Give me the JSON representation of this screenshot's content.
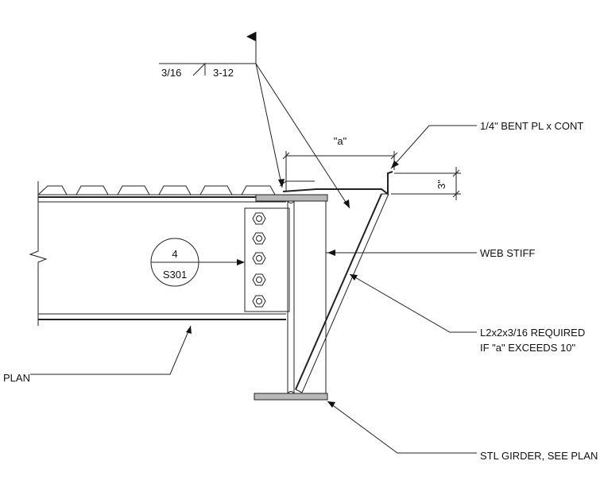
{
  "weld_symbol": {
    "size": "3/16",
    "length_pitch": "3-12"
  },
  "dimension_a": "\"a\"",
  "dimension_3in": "3\"",
  "callouts": {
    "bent_plate": "1/4\" BENT PL x CONT",
    "web_stiff": "WEB STIFF",
    "angle_note_line1": "L2x2x3/16 REQUIRED",
    "angle_note_line2": "IF \"a\" EXCEEDS 10\"",
    "plan": "PLAN",
    "girder": "STL GIRDER, SEE PLAN"
  },
  "detail_ref": {
    "number": "4",
    "sheet": "S301"
  }
}
